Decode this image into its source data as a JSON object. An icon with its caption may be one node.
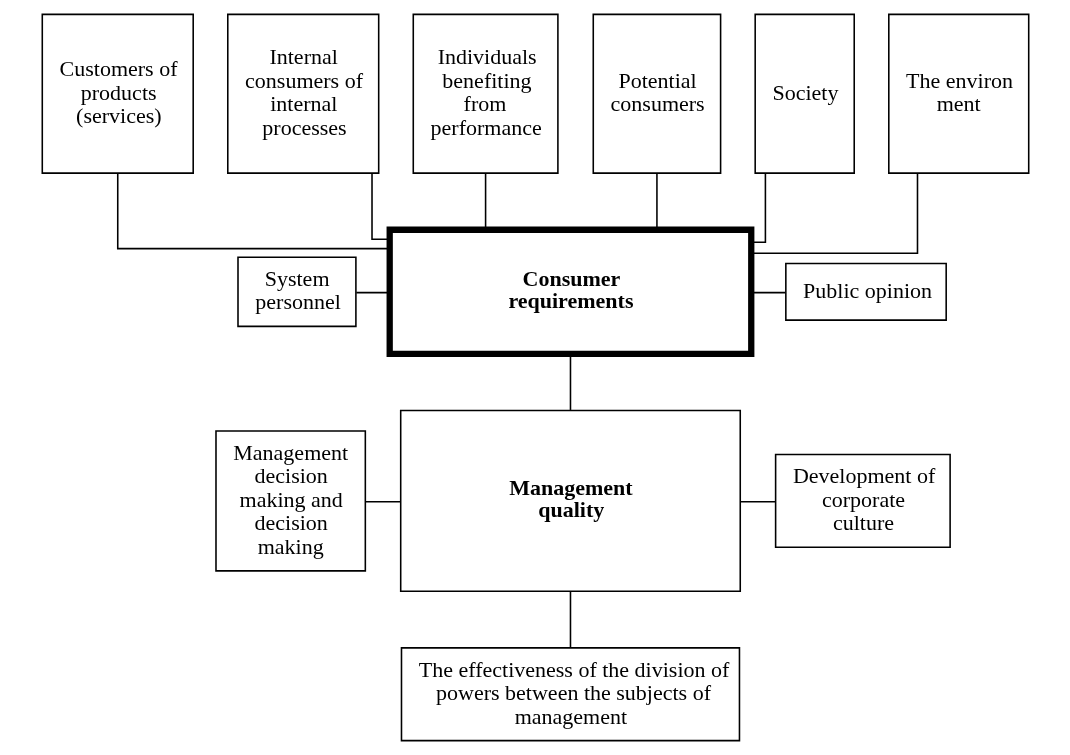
{
  "diagram": {
    "nodes": [
      {
        "text": [
          "Customers of products (services)"
        ]
      },
      {
        "text": [
          "Internal consumers of internal processes"
        ]
      },
      {
        "text": [
          "Individuals benefiting from performance"
        ]
      },
      {
        "text": [
          "Potential consumers"
        ]
      },
      {
        "text": [
          "Society"
        ]
      },
      {
        "text": [
          "The environ ment"
        ]
      },
      {
        "text": [
          "System personnel"
        ]
      },
      {
        "text": [
          "Consumer requirements"
        ]
      },
      {
        "text": [
          "Public opinion"
        ]
      },
      {
        "text": [
          "Management decision making and decision making"
        ]
      },
      {
        "text": [
          "Management quality"
        ]
      },
      {
        "text": [
          "Development of corporate culture"
        ]
      },
      {
        "text": [
          "The effectiveness of the division of powers between the subjects of management"
        ]
      }
    ],
    "edges": [
      {
        "from": 0,
        "to": 7,
        "arrow": "none"
      },
      {
        "from": 1,
        "to": 7,
        "arrow": "none"
      },
      {
        "from": 2,
        "to": 7,
        "arrow": "none"
      },
      {
        "from": 3,
        "to": 7,
        "arrow": "none"
      },
      {
        "from": 4,
        "to": 7,
        "arrow": "none"
      },
      {
        "from": 5,
        "to": 7,
        "arrow": "none"
      },
      {
        "from": 6,
        "to": 7,
        "arrow": "none"
      },
      {
        "from": 7,
        "to": 8,
        "arrow": "none"
      },
      {
        "from": 7,
        "to": 10,
        "arrow": "none"
      },
      {
        "from": 9,
        "to": 10,
        "arrow": "none"
      },
      {
        "from": 10,
        "to": 11,
        "arrow": "none"
      },
      {
        "from": 10,
        "to": 12,
        "arrow": "none"
      }
    ]
  }
}
